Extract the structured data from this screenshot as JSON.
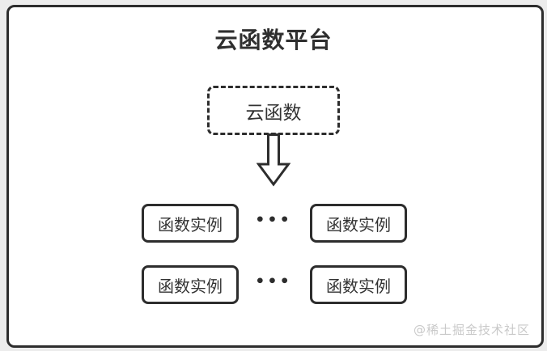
{
  "diagram": {
    "title": "云函数平台",
    "source_box": {
      "label": "云函数"
    },
    "arrow": {
      "direction": "down",
      "style": "hollow-outline"
    },
    "rows": [
      {
        "boxes": [
          "函数实例",
          "函数实例"
        ],
        "ellipsis": "•••"
      },
      {
        "boxes": [
          "函数实例",
          "函数实例"
        ],
        "ellipsis": "•••"
      }
    ],
    "watermark": "@稀土掘金技术社区",
    "colors": {
      "border": "#2d2d2d",
      "text": "#333333",
      "title_text": "#2f2f2f",
      "watermark_text": "#c9c9c9",
      "canvas_background": "#ececec",
      "panel_background": "#ffffff"
    }
  }
}
